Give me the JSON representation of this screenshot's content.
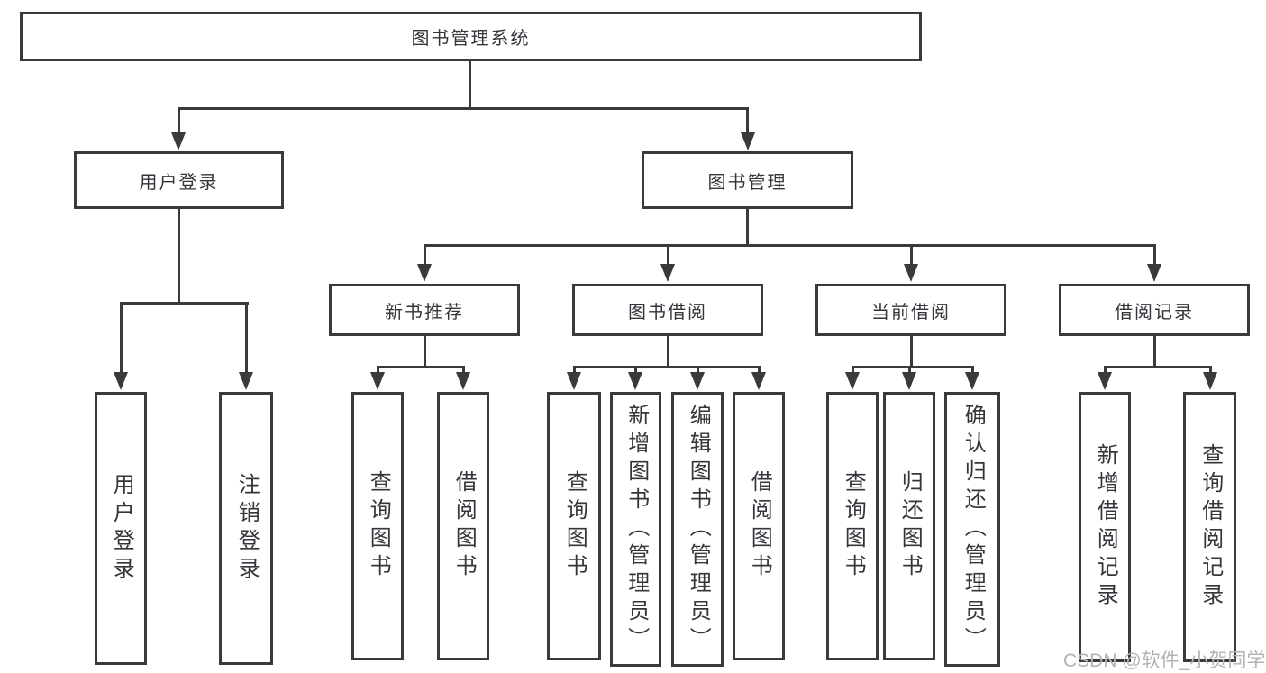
{
  "watermark": "CSDN @软件_小贺同学",
  "colors": {
    "line": "#3a3a3a",
    "text": "#33363b",
    "watermark": "#b3b3b3"
  },
  "tree": {
    "root": {
      "label": "图书管理系统"
    },
    "branches": [
      {
        "label": "用户登录",
        "children": [
          {
            "label": "用户登录"
          },
          {
            "label": "注销登录"
          }
        ]
      },
      {
        "label": "图书管理",
        "groups": [
          {
            "label": "新书推荐",
            "children": [
              {
                "label": "查询图书"
              },
              {
                "label": "借阅图书"
              }
            ]
          },
          {
            "label": "图书借阅",
            "children": [
              {
                "label": "查询图书"
              },
              {
                "label": "新增图书（管理员）"
              },
              {
                "label": "编辑图书（管理员）"
              },
              {
                "label": "借阅图书"
              }
            ]
          },
          {
            "label": "当前借阅",
            "children": [
              {
                "label": "查询图书"
              },
              {
                "label": "归还图书"
              },
              {
                "label": "确认归还（管理员）"
              }
            ]
          },
          {
            "label": "借阅记录",
            "children": [
              {
                "label": "新增借阅记录"
              },
              {
                "label": "查询借阅记录"
              }
            ]
          }
        ]
      }
    ]
  }
}
